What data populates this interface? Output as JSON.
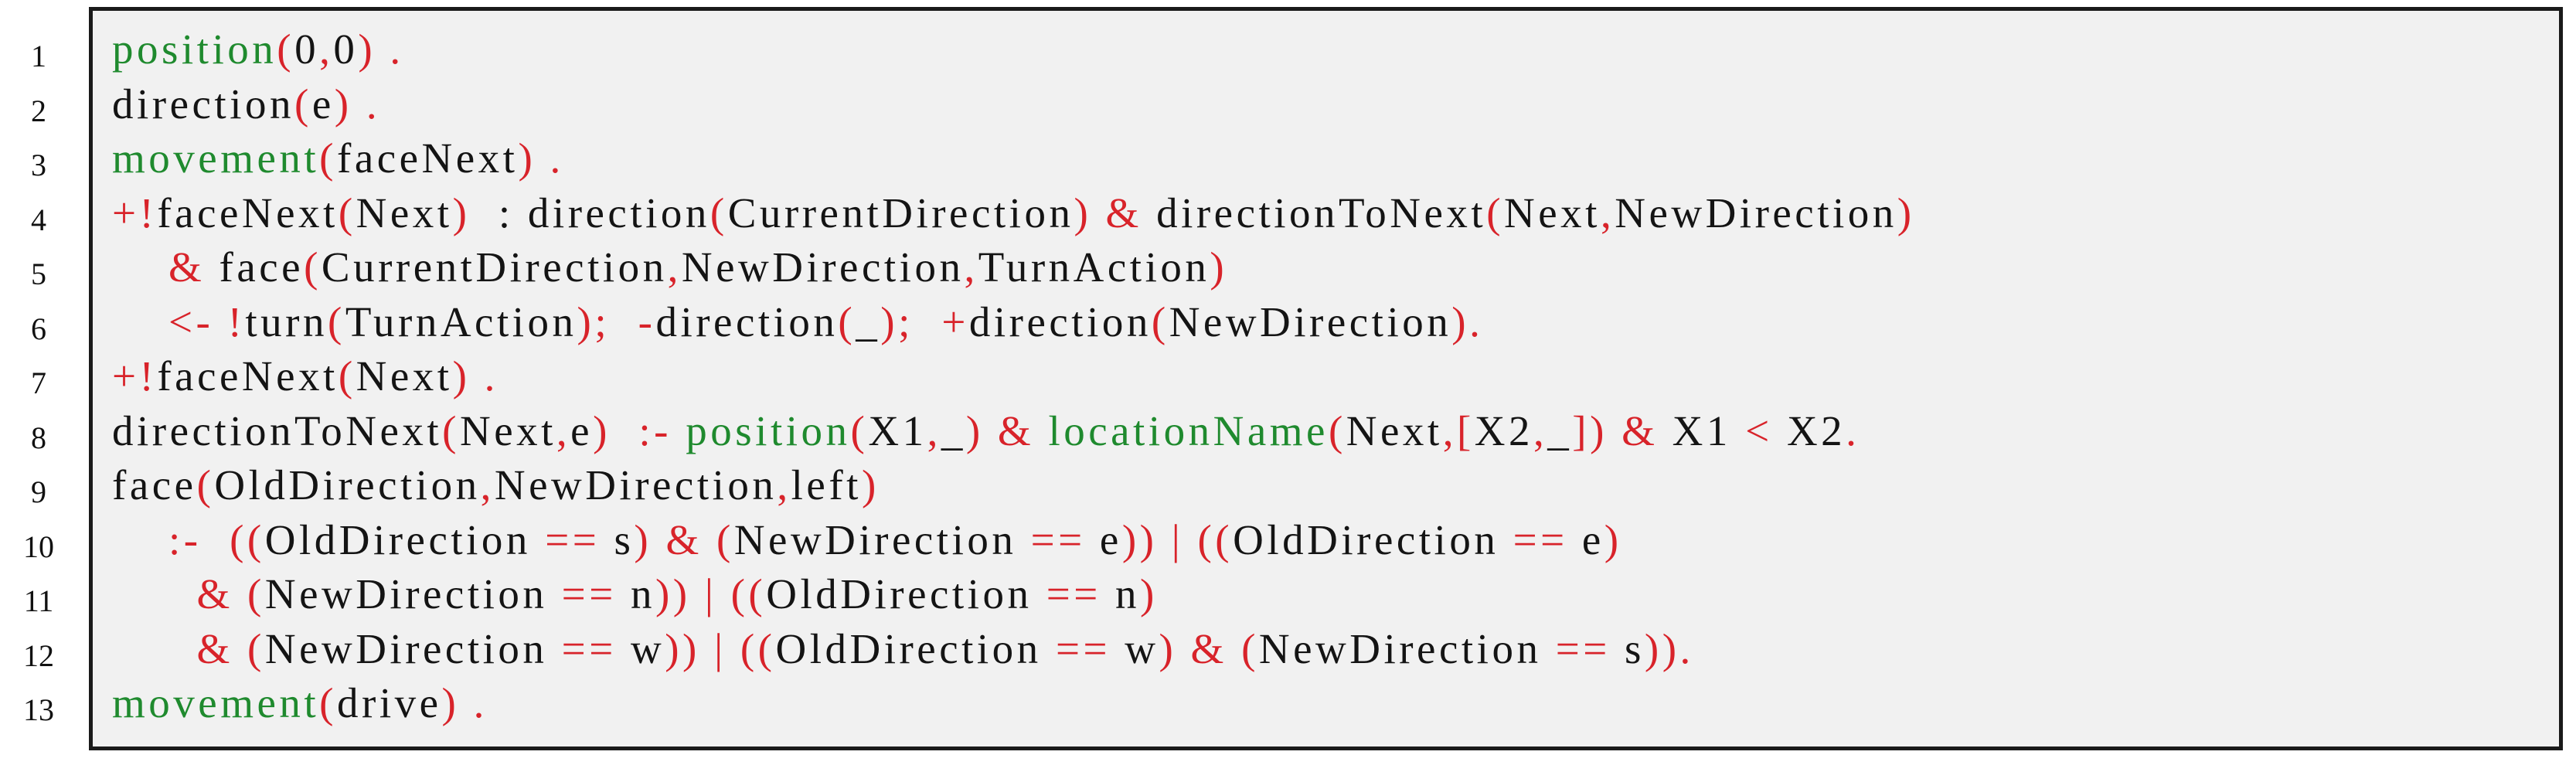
{
  "colors": {
    "keyword": "#1f8a2e",
    "operator": "#d8232a",
    "text": "#141414",
    "background": "#f1f1f1",
    "border": "#1a1a1a"
  },
  "lines": [
    {
      "number": "1",
      "tokens": [
        {
          "t": "position",
          "c": "k"
        },
        {
          "t": "(",
          "c": "r"
        },
        {
          "t": "0",
          "c": "n"
        },
        {
          "t": ",",
          "c": "r"
        },
        {
          "t": "0",
          "c": "n"
        },
        {
          "t": ")",
          "c": "r"
        },
        {
          "t": " .",
          "c": "r"
        }
      ]
    },
    {
      "number": "2",
      "tokens": [
        {
          "t": "direction",
          "c": "n"
        },
        {
          "t": "(",
          "c": "r"
        },
        {
          "t": "e",
          "c": "n"
        },
        {
          "t": ")",
          "c": "r"
        },
        {
          "t": " .",
          "c": "r"
        }
      ]
    },
    {
      "number": "3",
      "tokens": [
        {
          "t": "movement",
          "c": "k"
        },
        {
          "t": "(",
          "c": "r"
        },
        {
          "t": "faceNext",
          "c": "n"
        },
        {
          "t": ")",
          "c": "r"
        },
        {
          "t": " .",
          "c": "r"
        }
      ]
    },
    {
      "number": "4",
      "tokens": [
        {
          "t": "+!",
          "c": "r"
        },
        {
          "t": "faceNext",
          "c": "n"
        },
        {
          "t": "(",
          "c": "r"
        },
        {
          "t": "Next",
          "c": "n"
        },
        {
          "t": ")",
          "c": "r"
        },
        {
          "t": "  : ",
          "c": "n"
        },
        {
          "t": "direction",
          "c": "n"
        },
        {
          "t": "(",
          "c": "r"
        },
        {
          "t": "CurrentDirection",
          "c": "n"
        },
        {
          "t": ")",
          "c": "r"
        },
        {
          "t": " & ",
          "c": "r"
        },
        {
          "t": "directionToNext",
          "c": "n"
        },
        {
          "t": "(",
          "c": "r"
        },
        {
          "t": "Next",
          "c": "n"
        },
        {
          "t": ",",
          "c": "r"
        },
        {
          "t": "NewDirection",
          "c": "n"
        },
        {
          "t": ")",
          "c": "r"
        }
      ]
    },
    {
      "number": "5",
      "tokens": [
        {
          "t": "    & ",
          "c": "r"
        },
        {
          "t": "face",
          "c": "n"
        },
        {
          "t": "(",
          "c": "r"
        },
        {
          "t": "CurrentDirection",
          "c": "n"
        },
        {
          "t": ",",
          "c": "r"
        },
        {
          "t": "NewDirection",
          "c": "n"
        },
        {
          "t": ",",
          "c": "r"
        },
        {
          "t": "TurnAction",
          "c": "n"
        },
        {
          "t": ")",
          "c": "r"
        }
      ]
    },
    {
      "number": "6",
      "tokens": [
        {
          "t": "    <- !",
          "c": "r"
        },
        {
          "t": "turn",
          "c": "n"
        },
        {
          "t": "(",
          "c": "r"
        },
        {
          "t": "TurnAction",
          "c": "n"
        },
        {
          "t": ");  -",
          "c": "r"
        },
        {
          "t": "direction",
          "c": "n"
        },
        {
          "t": "(",
          "c": "r"
        },
        {
          "t": "_",
          "c": "n"
        },
        {
          "t": ");  +",
          "c": "r"
        },
        {
          "t": "direction",
          "c": "n"
        },
        {
          "t": "(",
          "c": "r"
        },
        {
          "t": "NewDirection",
          "c": "n"
        },
        {
          "t": ").",
          "c": "r"
        }
      ]
    },
    {
      "number": "7",
      "tokens": [
        {
          "t": "+!",
          "c": "r"
        },
        {
          "t": "faceNext",
          "c": "n"
        },
        {
          "t": "(",
          "c": "r"
        },
        {
          "t": "Next",
          "c": "n"
        },
        {
          "t": ")",
          "c": "r"
        },
        {
          "t": " .",
          "c": "r"
        }
      ]
    },
    {
      "number": "8",
      "tokens": [
        {
          "t": "directionToNext",
          "c": "n"
        },
        {
          "t": "(",
          "c": "r"
        },
        {
          "t": "Next",
          "c": "n"
        },
        {
          "t": ",",
          "c": "r"
        },
        {
          "t": "e",
          "c": "n"
        },
        {
          "t": ")",
          "c": "r"
        },
        {
          "t": "  :- ",
          "c": "r"
        },
        {
          "t": "position",
          "c": "k"
        },
        {
          "t": "(",
          "c": "r"
        },
        {
          "t": "X1",
          "c": "n"
        },
        {
          "t": ",",
          "c": "r"
        },
        {
          "t": "_",
          "c": "n"
        },
        {
          "t": ")",
          "c": "r"
        },
        {
          "t": " & ",
          "c": "r"
        },
        {
          "t": "locationName",
          "c": "k"
        },
        {
          "t": "(",
          "c": "r"
        },
        {
          "t": "Next",
          "c": "n"
        },
        {
          "t": ",",
          "c": "r"
        },
        {
          "t": "[",
          "c": "r"
        },
        {
          "t": "X2",
          "c": "n"
        },
        {
          "t": ",",
          "c": "r"
        },
        {
          "t": "_",
          "c": "n"
        },
        {
          "t": "])",
          "c": "r"
        },
        {
          "t": " & ",
          "c": "r"
        },
        {
          "t": "X1",
          "c": "n"
        },
        {
          "t": " < ",
          "c": "r"
        },
        {
          "t": "X2",
          "c": "n"
        },
        {
          "t": ".",
          "c": "r"
        }
      ]
    },
    {
      "number": "9",
      "tokens": [
        {
          "t": "face",
          "c": "n"
        },
        {
          "t": "(",
          "c": "r"
        },
        {
          "t": "OldDirection",
          "c": "n"
        },
        {
          "t": ",",
          "c": "r"
        },
        {
          "t": "NewDirection",
          "c": "n"
        },
        {
          "t": ",",
          "c": "r"
        },
        {
          "t": "left",
          "c": "n"
        },
        {
          "t": ")",
          "c": "r"
        }
      ]
    },
    {
      "number": "10",
      "tokens": [
        {
          "t": "    :-  ((",
          "c": "r"
        },
        {
          "t": "OldDirection",
          "c": "n"
        },
        {
          "t": " == ",
          "c": "r"
        },
        {
          "t": "s",
          "c": "n"
        },
        {
          "t": ") & (",
          "c": "r"
        },
        {
          "t": "NewDirection",
          "c": "n"
        },
        {
          "t": " == ",
          "c": "r"
        },
        {
          "t": "e",
          "c": "n"
        },
        {
          "t": ")) | ((",
          "c": "r"
        },
        {
          "t": "OldDirection",
          "c": "n"
        },
        {
          "t": " == ",
          "c": "r"
        },
        {
          "t": "e",
          "c": "n"
        },
        {
          "t": ")",
          "c": "r"
        }
      ]
    },
    {
      "number": "11",
      "tokens": [
        {
          "t": "      & (",
          "c": "r"
        },
        {
          "t": "NewDirection",
          "c": "n"
        },
        {
          "t": " == ",
          "c": "r"
        },
        {
          "t": "n",
          "c": "n"
        },
        {
          "t": ")) | ((",
          "c": "r"
        },
        {
          "t": "OldDirection",
          "c": "n"
        },
        {
          "t": " == ",
          "c": "r"
        },
        {
          "t": "n",
          "c": "n"
        },
        {
          "t": ")",
          "c": "r"
        }
      ]
    },
    {
      "number": "12",
      "tokens": [
        {
          "t": "      & (",
          "c": "r"
        },
        {
          "t": "NewDirection",
          "c": "n"
        },
        {
          "t": " == ",
          "c": "r"
        },
        {
          "t": "w",
          "c": "n"
        },
        {
          "t": ")) | ((",
          "c": "r"
        },
        {
          "t": "OldDirection",
          "c": "n"
        },
        {
          "t": " == ",
          "c": "r"
        },
        {
          "t": "w",
          "c": "n"
        },
        {
          "t": ") & (",
          "c": "r"
        },
        {
          "t": "NewDirection",
          "c": "n"
        },
        {
          "t": " == ",
          "c": "r"
        },
        {
          "t": "s",
          "c": "n"
        },
        {
          "t": ")).",
          "c": "r"
        }
      ]
    },
    {
      "number": "13",
      "tokens": [
        {
          "t": "movement",
          "c": "k"
        },
        {
          "t": "(",
          "c": "r"
        },
        {
          "t": "drive",
          "c": "n"
        },
        {
          "t": ")",
          "c": "r"
        },
        {
          "t": " .",
          "c": "r"
        }
      ]
    }
  ]
}
